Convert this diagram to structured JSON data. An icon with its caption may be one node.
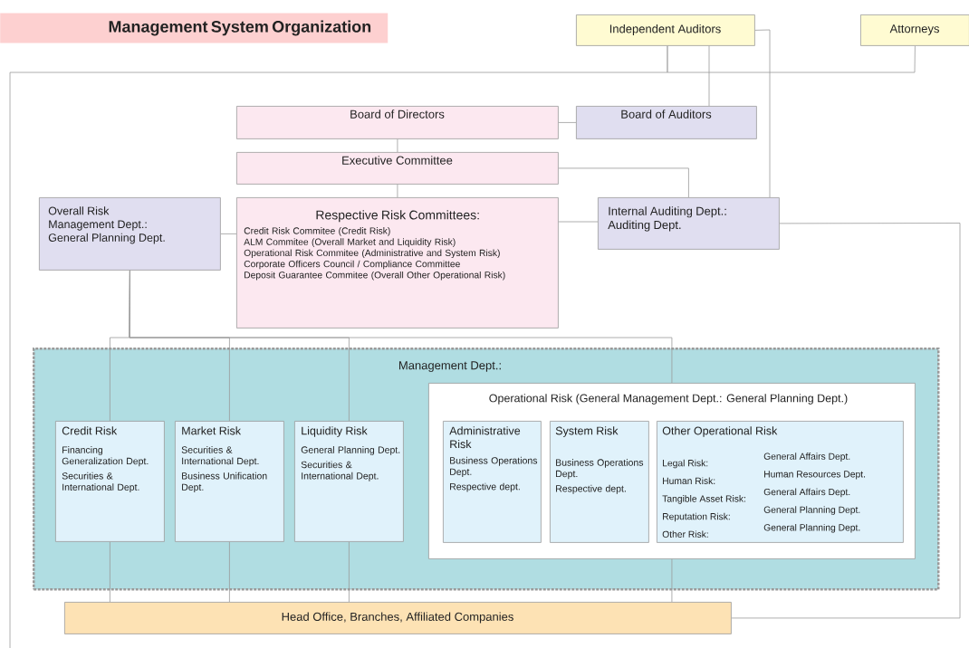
{
  "diagram": {
    "title": "Management System Organization",
    "nodes": [
      {
        "text": [
          "Independent Auditors"
        ]
      },
      {
        "text": [
          "Attorneys"
        ]
      },
      {
        "text": [
          "Board of Directors"
        ]
      },
      {
        "text": [
          "Board of Auditors"
        ]
      },
      {
        "text": [
          "Executive Committee"
        ]
      },
      {
        "text": [
          "Overall Risk Management Dept.: General Planning Dept."
        ]
      },
      {
        "text": [
          "Respective Risk Committees:",
          "Credit Risk Commitee (Credit Risk)",
          "ALM Commitee (Overall Market and Liquidity Risk)",
          "Operational Risk Commitee (Administrative and System Risk)",
          "Corporate Officers Council / Compliance Committee",
          "Deposit Guarantee Commitee (Overall Other Operational Risk)"
        ]
      },
      {
        "text": [
          "Internal Auditing Dept.: Auditing Dept."
        ]
      },
      {
        "text": [
          "Management Dept.:"
        ]
      },
      {
        "text": [
          "Credit Risk",
          "Financing Generalization Dept.",
          "Securities & International Dept."
        ],
        "in": 8
      },
      {
        "text": [
          "Market Risk",
          "Securities & International Dept.",
          "Business Unification Dept."
        ],
        "in": 8
      },
      {
        "text": [
          "Liquidity Risk",
          "General Planning Dept.",
          "Securities & International Dept."
        ],
        "in": 8
      },
      {
        "text": [
          "Operational Risk (General Management Dept.: General Planning Dept.)"
        ],
        "in": 8
      },
      {
        "text": [
          "Administrative Risk",
          "Business Operations Dept.",
          "Respective dept."
        ],
        "in": 12
      },
      {
        "text": [
          "System Risk",
          "Business Operations Dept.",
          "Respective dept."
        ],
        "in": 12
      },
      {
        "text": [
          "Other Operational Risk",
          "Legal Risk:",
          "General Affairs Dept.",
          "Human Risk:",
          "Human Resources Dept.",
          "Tangible Asset Risk:",
          "General Affairs Dept.",
          "Reputation Risk:",
          "General Planning Dept.",
          "Other Risk:",
          "General Planning Dept."
        ],
        "in": 12
      },
      {
        "text": [
          "Head Office, Branches, Affiliated Companies"
        ]
      }
    ],
    "edges": [
      {
        "from": 1,
        "to": 0,
        "arrow": "none"
      },
      {
        "from": 0,
        "to": null,
        "arrow": "none"
      },
      {
        "from": 0,
        "to": 3,
        "arrow": "none"
      },
      {
        "from": 0,
        "to": 7,
        "arrow": "none"
      },
      {
        "from": 2,
        "to": 3,
        "arrow": "none"
      },
      {
        "from": 2,
        "to": 4,
        "arrow": "none"
      },
      {
        "from": 4,
        "to": 6,
        "arrow": "none"
      },
      {
        "from": 4,
        "to": 7,
        "arrow": "none"
      },
      {
        "from": 5,
        "to": 6,
        "arrow": "none"
      },
      {
        "from": 6,
        "to": 7,
        "arrow": "none"
      },
      {
        "from": 7,
        "to": 16,
        "arrow": "none"
      },
      {
        "from": 5,
        "to": 9,
        "arrow": "none"
      },
      {
        "from": 5,
        "to": 10,
        "arrow": "none"
      },
      {
        "from": 5,
        "to": 11,
        "arrow": "none"
      },
      {
        "from": 5,
        "to": 12,
        "arrow": "none"
      },
      {
        "from": 9,
        "to": 16,
        "arrow": "none"
      },
      {
        "from": 10,
        "to": 16,
        "arrow": "none"
      },
      {
        "from": 11,
        "to": 16,
        "arrow": "none"
      },
      {
        "from": 12,
        "to": 16,
        "arrow": "none"
      }
    ]
  }
}
